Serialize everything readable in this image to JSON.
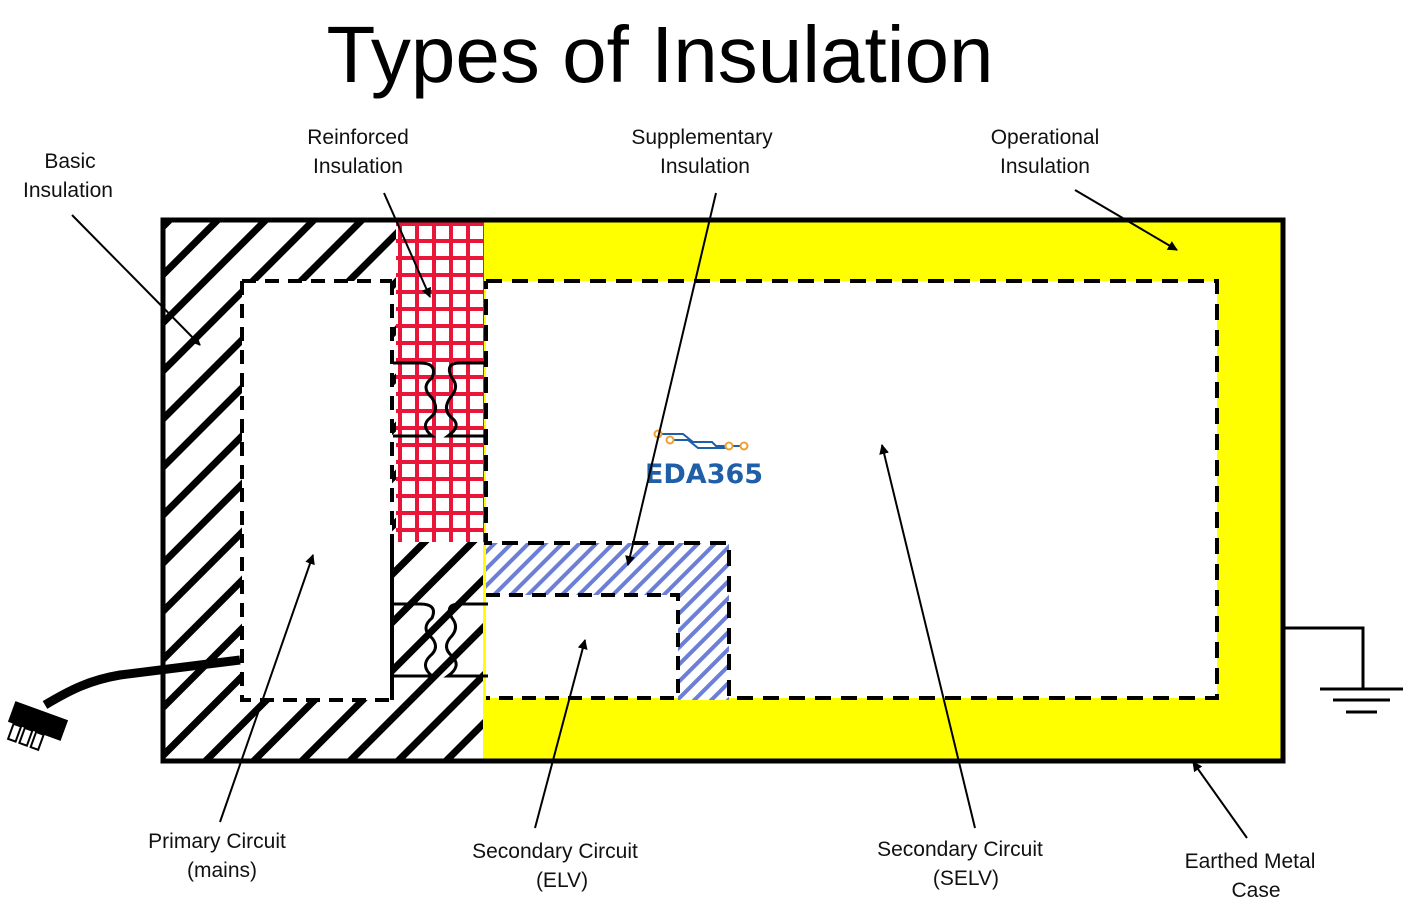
{
  "title": "Types of Insulation",
  "labels": {
    "basic": [
      "Basic",
      "Insulation"
    ],
    "reinforced": [
      "Reinforced",
      "Insulation"
    ],
    "supplementary": [
      "Supplementary",
      "Insulation"
    ],
    "operational": [
      "Operational",
      "Insulation"
    ],
    "primary": [
      "Primary Circuit",
      "(mains)"
    ],
    "secondary_elv": [
      "Secondary Circuit",
      "(ELV)"
    ],
    "secondary_selv": [
      "Secondary Circuit",
      "(SELV)"
    ],
    "earthed_case": [
      "Earthed Metal",
      "Case"
    ]
  },
  "watermark": "EDA365",
  "colors": {
    "operational": "#ffff00",
    "reinforced": "#e8173a",
    "supplementary": "#6b7fd6",
    "basic": "#000000",
    "logo": "#1f5fa8",
    "logo_dot": "#f0a030"
  },
  "icons": [
    "transformer-icon",
    "transformer-icon",
    "ground-symbol-icon",
    "mains-plug-icon"
  ]
}
